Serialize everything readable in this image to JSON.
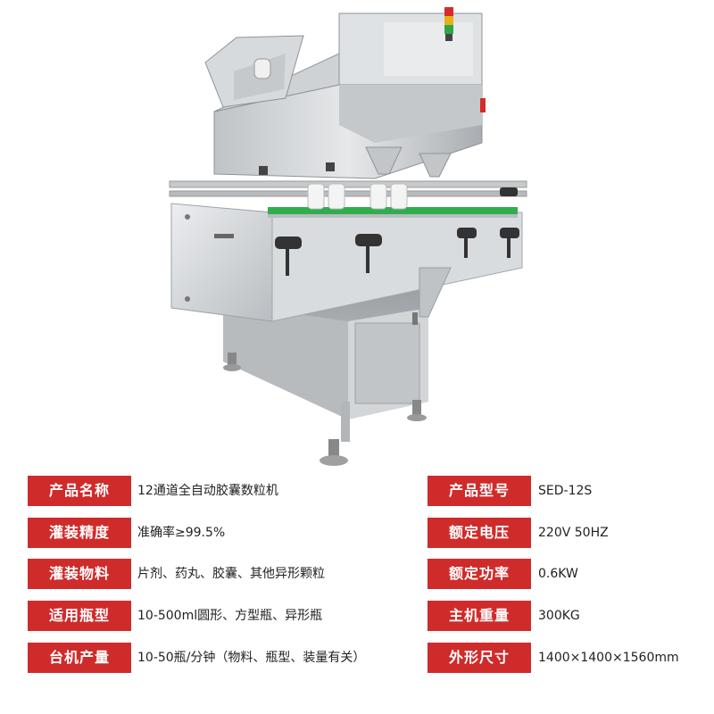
{
  "specs": [
    {
      "left_label": "产品名称",
      "left_value": "12通道全自动胶囊数粒机",
      "right_label": "产品型号",
      "right_value": "SED-12S"
    },
    {
      "left_label": "灌装精度",
      "left_value": "准确率≥99.5%",
      "right_label": "额定电压",
      "right_value": "220V 50HZ"
    },
    {
      "left_label": "灌装物料",
      "left_value": "片剂、药丸、胶囊、其他异形颗粒",
      "right_label": "额定功率",
      "right_value": "0.6KW"
    },
    {
      "left_label": "适用瓶型",
      "left_value": "10-500ml圆形、方型瓶、异形瓶",
      "right_label": "主机重量",
      "right_value": "300KG"
    },
    {
      "left_label": "台机产量",
      "left_value": "10-50瓶/分钟（物料、瓶型、装量有关）",
      "right_label": "外形尺寸",
      "right_value": "1400×1400×1560mm"
    }
  ],
  "colors": {
    "label_bg": "#d02b2b"
  }
}
